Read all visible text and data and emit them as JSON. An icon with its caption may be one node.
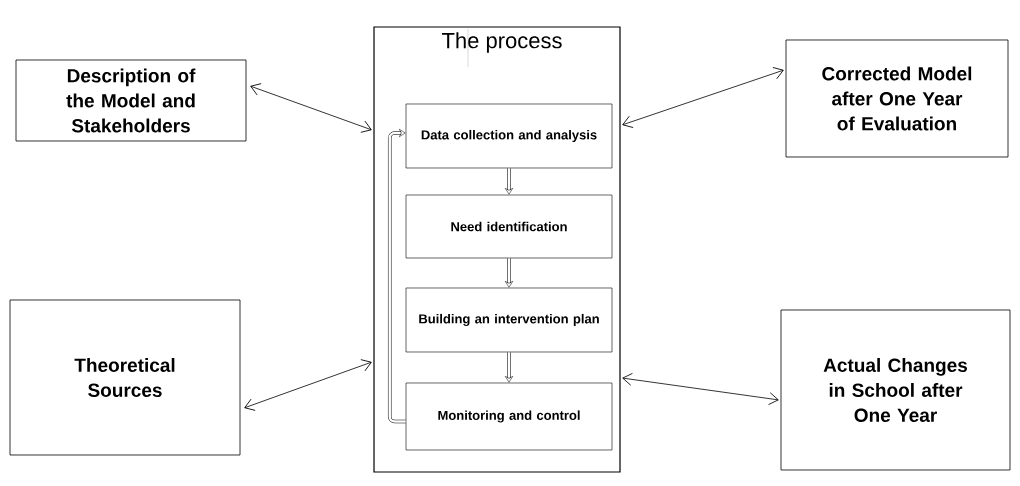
{
  "diagram": {
    "nodes": [
      {
        "text": [
          "Description of the Model and Stakeholders"
        ]
      },
      {
        "text": [
          "The process"
        ]
      },
      {
        "text": [
          "Data collection and analysis"
        ],
        "in": 1
      },
      {
        "text": [
          "Need identification"
        ],
        "in": 1
      },
      {
        "text": [
          "Building an intervention plan"
        ],
        "in": 1
      },
      {
        "text": [
          "Monitoring and control"
        ],
        "in": 1
      },
      {
        "text": [
          "Corrected Model after One Year of Evaluation"
        ]
      },
      {
        "text": [
          "Theoretical Sources"
        ]
      },
      {
        "text": [
          "Actual Changes in School after One Year"
        ]
      }
    ],
    "edges": [
      {
        "from": 0,
        "to": 1,
        "arrow": "both"
      },
      {
        "from": 6,
        "to": 1,
        "arrow": "both"
      },
      {
        "from": 7,
        "to": 1,
        "arrow": "both"
      },
      {
        "from": 8,
        "to": 1,
        "arrow": "both"
      },
      {
        "from": 2,
        "to": 3,
        "arrow": "to",
        "style": "thick"
      },
      {
        "from": 3,
        "to": 4,
        "arrow": "to",
        "style": "thick"
      },
      {
        "from": 4,
        "to": 5,
        "arrow": "to",
        "style": "thick"
      },
      {
        "from": 5,
        "to": 2,
        "arrow": "to",
        "style": "thick"
      }
    ]
  }
}
